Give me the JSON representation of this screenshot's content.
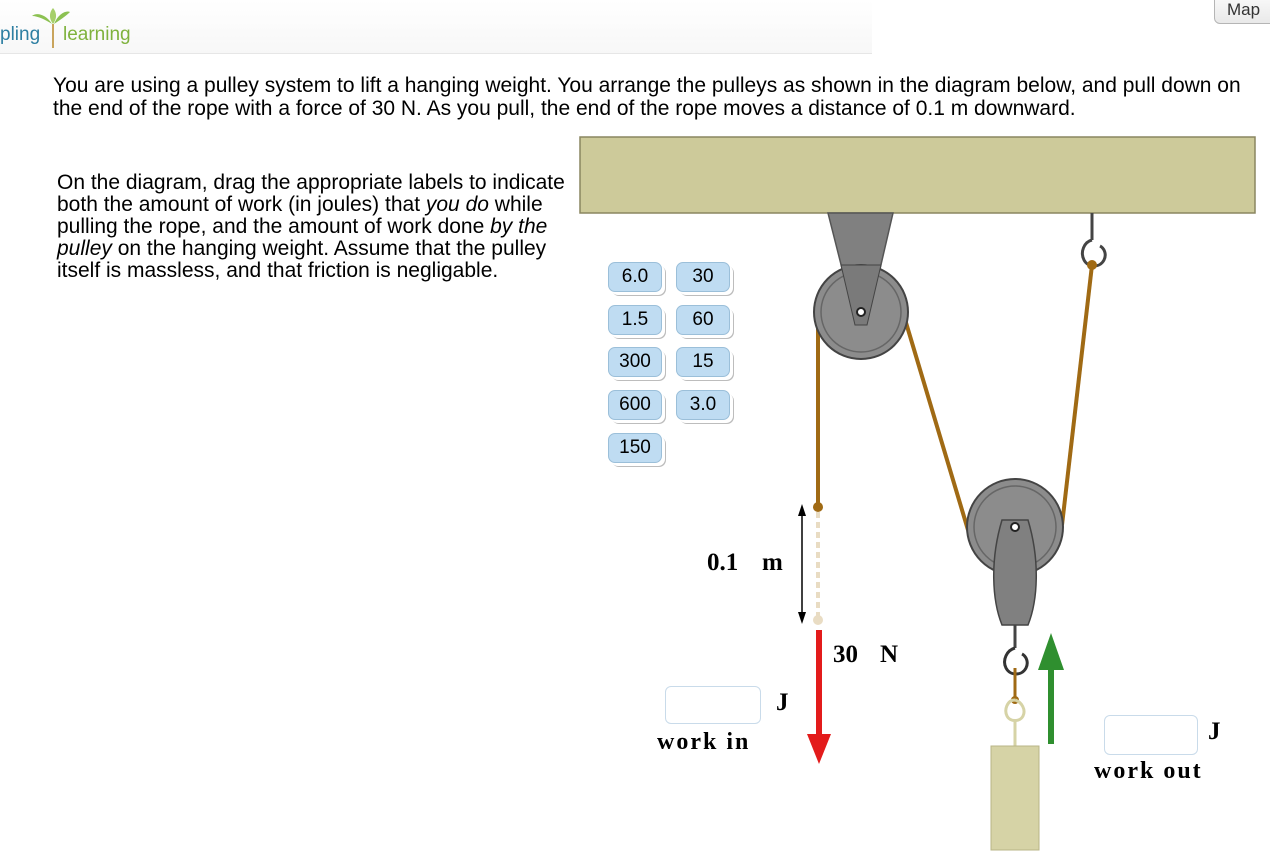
{
  "header": {
    "logo_text_a": "pling",
    "logo_text_b": "learning",
    "map_button": "Map"
  },
  "question": {
    "text": "You are using a pulley system to lift a hanging weight. You arrange the pulleys as shown in the diagram below, and pull down on the end of the rope with a force of 30 N. As you pull, the end of the rope moves a distance of 0.1 m downward.",
    "instr_1": "On the diagram, drag the appropriate labels to indicate both the amount of work (in joules) that ",
    "instr_you_do": "you do",
    "instr_2": " while pulling the rope, and the amount of work done ",
    "instr_by_pulley": "by the pulley",
    "instr_3": " on the hanging weight. Assume that the pulley itself is massless, and that friction is negligable."
  },
  "labels": [
    "6.0",
    "30",
    "1.5",
    "60",
    "300",
    "15",
    "600",
    "3.0",
    "150"
  ],
  "diagram": {
    "distance_value": "0.1",
    "distance_unit": "m",
    "force_value": "30",
    "force_unit": "N",
    "work_in_unit": "J",
    "work_in_label": "work  in",
    "work_out_unit": "J",
    "work_out_label": "work  out",
    "work_in_value": "",
    "work_out_value": ""
  },
  "colors": {
    "ceiling": "#cdca9a",
    "rope": "#a06a14",
    "pulley": "#8c8c8c",
    "force_arrow": "#e31b1b",
    "lift_arrow": "#2f8f2f",
    "chip": "#bfdcf2"
  }
}
